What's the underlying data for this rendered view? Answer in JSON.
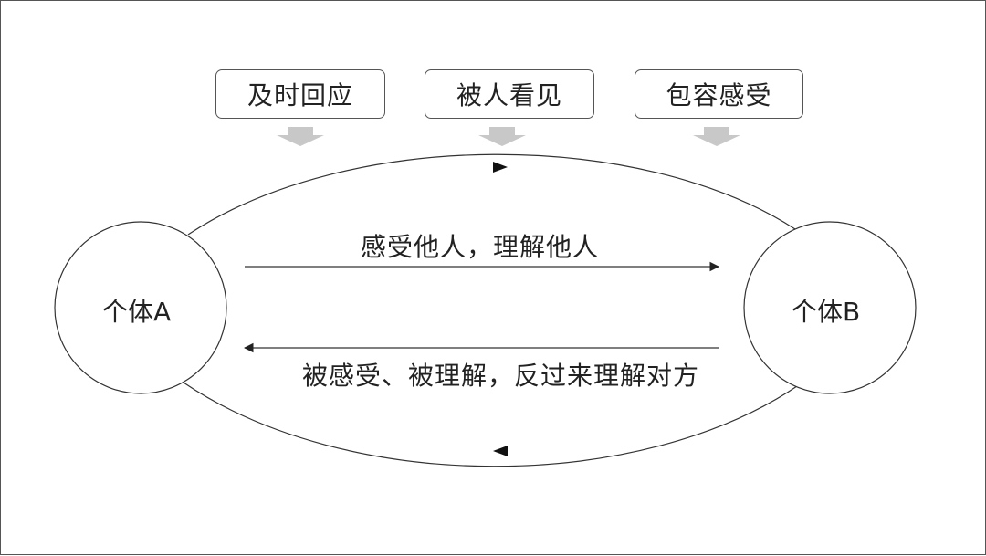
{
  "boxes": [
    {
      "label": "及时回应"
    },
    {
      "label": "被人看见"
    },
    {
      "label": "包容感受"
    }
  ],
  "nodes": {
    "a": "个体A",
    "b": "个体B"
  },
  "arrows": {
    "forward_label": "感受他人，理解他人",
    "backward_label": "被感受、被理解，反过来理解对方"
  },
  "colors": {
    "line": "#333333",
    "down_arrow": "#c8c8c8",
    "border": "#555555"
  }
}
